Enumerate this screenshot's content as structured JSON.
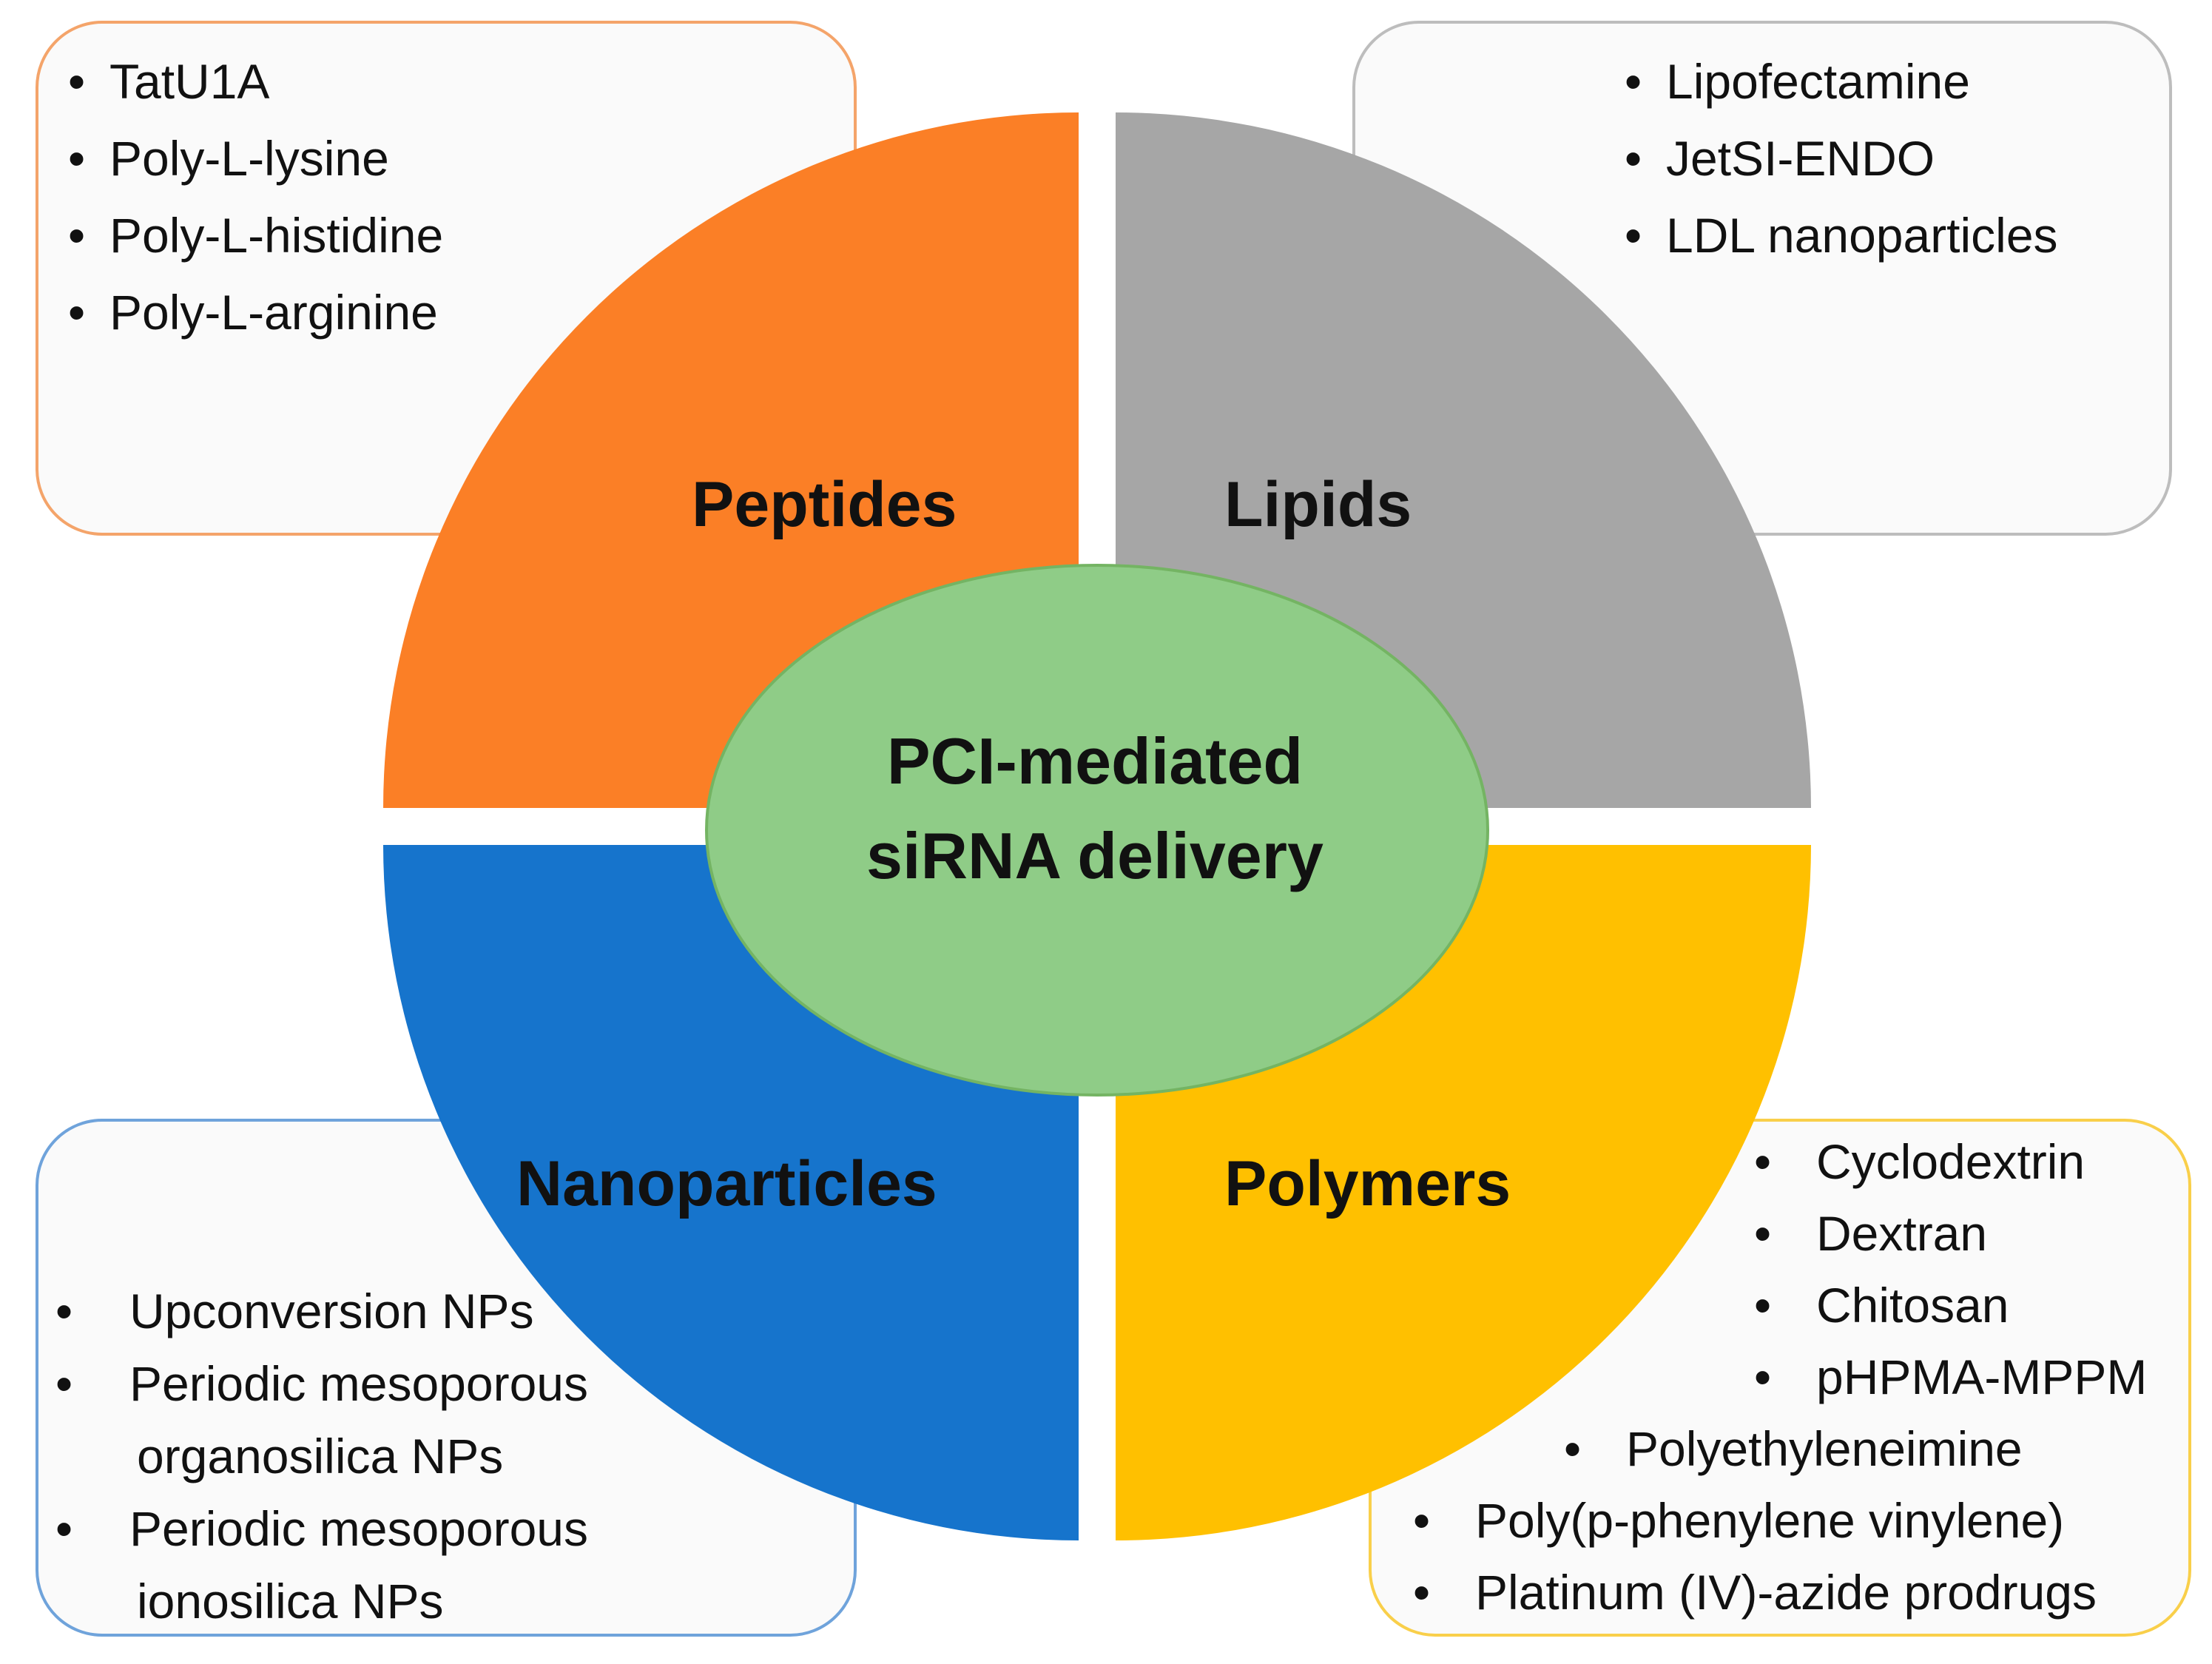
{
  "center": {
    "line1": "PCI-mediated",
    "line2": "siRNA delivery",
    "color": "#8fcc87"
  },
  "quadrants": {
    "peptides": {
      "label": "Peptides",
      "color": "#fb7f26",
      "items": [
        "TatU1A",
        "Poly-L-lysine",
        "Poly-L-histidine",
        "Poly-L-arginine"
      ]
    },
    "lipids": {
      "label": "Lipids",
      "color": "#a6a6a6",
      "items": [
        "Lipofectamine",
        "JetSI-ENDO",
        "LDL nanoparticles"
      ]
    },
    "nanoparticles": {
      "label": "Nanoparticles",
      "color": "#1674cc",
      "items": [
        {
          "line1": "Upconversion NPs"
        },
        {
          "line1": "Periodic mesoporous",
          "line2": "organosilica NPs"
        },
        {
          "line1": "Periodic mesoporous",
          "line2": "ionosilica NPs"
        }
      ]
    },
    "polymers": {
      "label": "Polymers",
      "color": "#ffc000",
      "items": [
        "Cyclodextrin",
        "Dextran",
        "Chitosan",
        "pHPMA-MPPM",
        "Polyethyleneimine",
        "Poly(p-phenylene vinylene)",
        "Platinum (IV)-azide prodrugs"
      ]
    }
  },
  "bullet": "•"
}
